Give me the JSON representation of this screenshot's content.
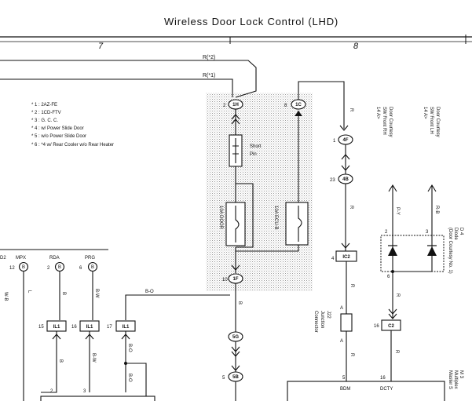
{
  "title": "Wireless Door Lock Control (LHD)",
  "columns": [
    "7",
    "8"
  ],
  "notes": [
    "* 1 : 2AZ-FE",
    "* 2 : 1CD-FTV",
    "* 3 : G. C. C.",
    "* 4 : w/ Power Slide Door",
    "* 5 : w/o Power Slide Door",
    "* 6 : *4 w/ Rear Cooler w/o Rear Heater"
  ],
  "wire_refs": {
    "r2": "R(*2)",
    "r1": "R(*1)"
  },
  "terminals": [
    "D2",
    "MPX",
    "RDA",
    "PRG"
  ],
  "pins": {
    "mpx": "12",
    "rda": "2",
    "prg": "6"
  },
  "junction_pins": [
    "15",
    "16",
    "17"
  ],
  "junction_ids": [
    "IL1",
    "IL1",
    "IL1"
  ],
  "wire_colors": {
    "wb": "W-B",
    "l": "L",
    "b": "B",
    "bw": "B-W",
    "bo": "B-O",
    "r": "R",
    "py": "P-Y",
    "rb": "R-B"
  },
  "fuses": {
    "small": [
      "Short",
      "Pin"
    ],
    "door": "10A DOOR",
    "ecu_b": "10A ECU-B"
  },
  "connectors": {
    "c1": "1H",
    "c2": "1C",
    "c3": "4F",
    "c4": "4B",
    "c5": "1F",
    "c6": "5G",
    "c7": "5B",
    "ic2": "IC2",
    "c2b": "C2"
  },
  "pin_labels": [
    "2",
    "8",
    "1",
    "23",
    "4",
    "10",
    "16",
    "5",
    "6",
    "2",
    "3",
    "2",
    "3",
    "A",
    "A"
  ],
  "switches": {
    "rh": [
      "Door Courtesy",
      "SW Front RH",
      "14 A>"
    ],
    "lh": [
      "Door Courtesy",
      "SW Front LH",
      "14 A>"
    ]
  },
  "diode": [
    "D 4",
    "Diode",
    "(Door Courtesy No. 1)"
  ],
  "j22": [
    "J22",
    "Junction",
    "Connector"
  ],
  "ecu": {
    "label": [
      "M 3",
      "Multiplex",
      "Master S"
    ],
    "pins": [
      "BDM",
      "DCTY"
    ]
  }
}
